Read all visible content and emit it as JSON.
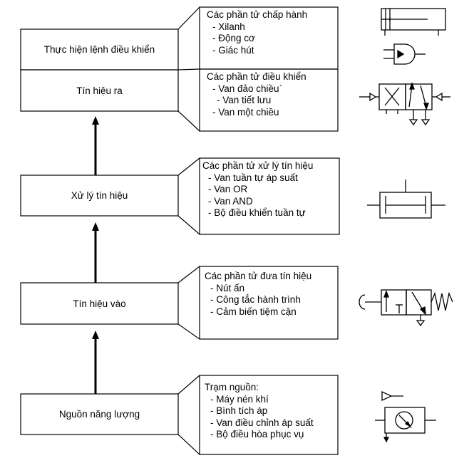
{
  "levels": [
    {
      "label": "Thực hiện lệnh điều khiển",
      "title": "Các phần tử chấp hành",
      "items": [
        "- Xilanh",
        "- Động cơ",
        "- Giác hút"
      ],
      "symbol": "cylinder-and-motor-symbols"
    },
    {
      "label": "Tín hiệu ra",
      "title": "Các phần tử điều khiển",
      "items": [
        "- Van đảo chiều`",
        "  - Van tiết lưu",
        "- Van một chiều"
      ],
      "symbol": "directional-valve-symbol"
    },
    {
      "label": "Xử lý tín hiệu",
      "title": "Các phần tử xử lý tín hiệu",
      "items": [
        "- Van tuần tự áp suất",
        "- Van OR",
        "- Van AND",
        "- Bộ điều khiển tuần tự"
      ],
      "symbol": "logic-valve-symbol"
    },
    {
      "label": "Tín hiệu vào",
      "title": "Các phần tử đưa tín hiệu",
      "items": [
        "- Nút ấn",
        "- Công tắc hành trình",
        "- Cảm biến tiệm cận"
      ],
      "symbol": "roller-valve-symbol"
    },
    {
      "label": "Nguồn năng lượng",
      "title": "Trạm nguồn:",
      "items": [
        "- Máy nén khí",
        "- Bình tích áp",
        "- Van điều chỉnh áp suất",
        "- Bộ điều hòa phục vụ"
      ],
      "symbol": "compressor-and-gauge-symbols"
    }
  ],
  "colors": {
    "line": "#000000",
    "background": "#ffffff"
  }
}
